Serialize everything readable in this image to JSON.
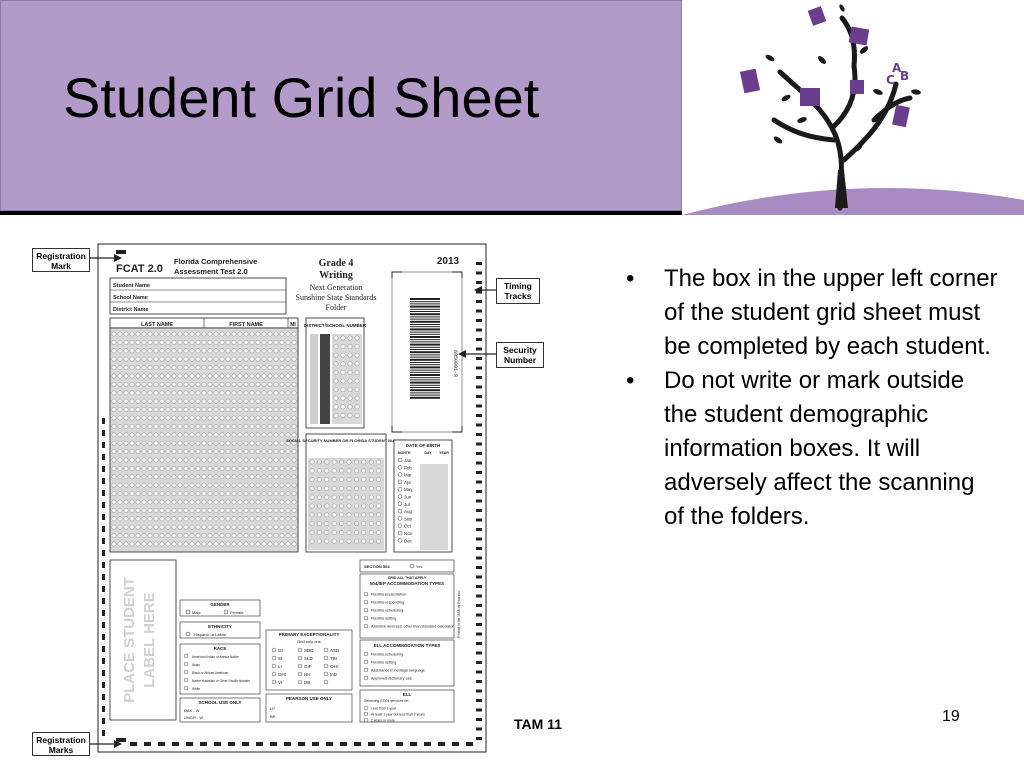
{
  "slide": {
    "title": "Student Grid Sheet",
    "bullets": [
      "The box in the upper left corner of the student grid sheet must be completed by each student.",
      "Do not write or mark outside the student demographic information boxes. It will adversely affect the scanning of the folders."
    ],
    "footer_tag": "TAM 11",
    "page_number": "19",
    "colors": {
      "header_bg": "#b39bc9",
      "tree_purple": "#6a3d8f",
      "rule": "#000000"
    }
  },
  "callouts": {
    "registration_mark": "Registration Mark",
    "timing_tracks": "Timing Tracks",
    "security_number": "Security Number",
    "registration_marks": "Registration Marks"
  },
  "grid_sheet": {
    "logo": "FCAT 2.0",
    "test_name_line1": "Florida Comprehensive",
    "test_name_line2": "Assessment Test 2.0",
    "grade": "Grade 4",
    "subject": "Writing",
    "folder_line1": "Next Generation",
    "folder_line2": "Sunshine State Standards",
    "folder_line3": "Folder",
    "year": "2013",
    "student_name_label": "Student Name",
    "school_name_label": "School Name",
    "district_name_label": "District Name",
    "last_name_label": "LAST NAME",
    "first_name_label": "FIRST NAME",
    "mi_label": "MI",
    "district_school_label": "DISTRICT/SCHOOL NUMBER",
    "ssn_label": "SOCIAL SECURITY NUMBER OR FLORIDA STUDENT NUMBER",
    "dob_label": "DATE OF BIRTH",
    "dob_cols": [
      "MONTH",
      "DAY",
      "YEAR"
    ],
    "months": [
      "Jan",
      "Feb",
      "Mar",
      "Apr",
      "May",
      "Jun",
      "Jul",
      "Aug",
      "Sep",
      "Oct",
      "Nov",
      "Dec"
    ],
    "place_label_line1": "PLACE STUDENT",
    "place_label_line2": "LABEL HERE",
    "gender_label": "GENDER",
    "gender_options": [
      "Male",
      "Female"
    ],
    "ethnicity_label": "ETHNICITY",
    "ethnicity_option": "Hispanic or Latino",
    "race_label": "RACE",
    "race_options": [
      "American Indian or Alaska Native",
      "Asian",
      "Black or African American",
      "Native Hawaiian or Other Pacific Islander",
      "White"
    ],
    "school_use_label": "SCHOOL USE ONLY",
    "school_use_rows": [
      "DAX - W",
      "UNGR - W"
    ],
    "primary_exc_label": "PRIMARY EXCEPTIONALITY",
    "primary_exc_sub": "Grid only one",
    "exc_codes": [
      "OI",
      "SI",
      "LI",
      "OHI",
      "VI",
      "SDD",
      "SLD",
      "GIF",
      "HH",
      "DB",
      "ASD",
      "TBI",
      "OHI",
      "InD",
      ""
    ],
    "pearson_label": "PEARSON USE ONLY",
    "pearson_rows": [
      "LP",
      "BR"
    ],
    "section_504_label": "SECTION 504",
    "yes_label": "Yes",
    "grid_all_label": "GRID ALL THAT APPLY",
    "accom_label": "504/IEP ACCOMMODATION TYPES",
    "accom_options": [
      "Flexible presentation",
      "Flexible responding",
      "Flexible scheduling",
      "Flexible setting",
      "Assistive device(s) other than standard calculator"
    ],
    "ell_accom_label": "ELL ACCOMMODATION TYPES",
    "ell_accom_options": [
      "Flexible scheduling",
      "Flexible setting",
      "Assistance in heritage language",
      "Approved dictionary use"
    ],
    "ell_label": "ELL",
    "ell_sub": "Receiving ESOL services for:",
    "ell_options": [
      "Less than 1 year",
      "At least 1 year but less than 2 years",
      "2 years or more"
    ],
    "side_text": "Printed in the USA by Pearson"
  }
}
